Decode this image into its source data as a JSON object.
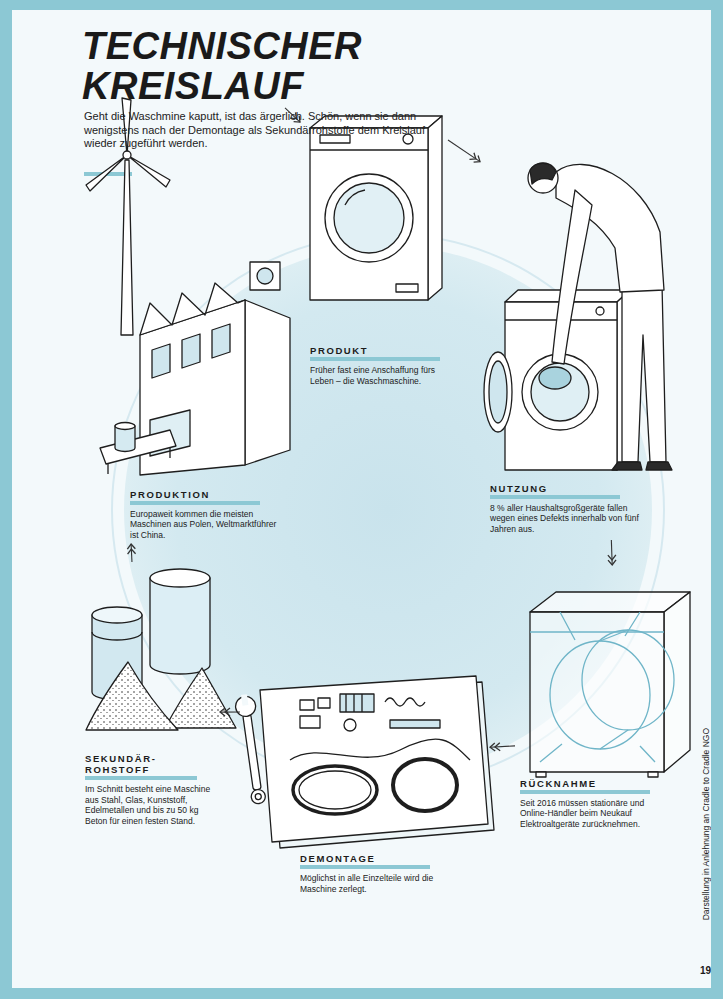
{
  "diagram": {
    "title": "TECHNISCHER KREISLAUF",
    "nodes": [
      {
        "text": [
          "PRODUKT",
          "Früher fast eine Anschaffung fürs Leben – die Waschmaschine."
        ]
      },
      {
        "text": [
          "NUTZUNG",
          "8 % aller Haushaltsgroßgeräte fallen wegen eines Defekts innerhalb von fünf Jahren aus."
        ]
      },
      {
        "text": [
          "RÜCKNAHME",
          "Seit 2016 müssen stationäre und Online-Händler beim Neukauf Elektroaltgeräte zurücknehmen."
        ]
      },
      {
        "text": [
          "DEMONTAGE",
          "Möglichst in alle Einzelteile wird die Maschine zerlegt."
        ]
      },
      {
        "text": [
          "SEKUNDÄR- ROHSTOFF",
          "Im Schnitt besteht eine Maschine aus Stahl, Glas, Kunststoff, Edelmetallen und bis zu 50 kg Beton für einen festen Stand."
        ]
      },
      {
        "text": [
          "PRODUKTION",
          "Europaweit kommen die meisten Maschinen aus Polen, Weltmarktführer ist China."
        ]
      }
    ],
    "edges": [
      {
        "from": 0,
        "to": 1,
        "arrow": "to"
      },
      {
        "from": 1,
        "to": 2,
        "arrow": "to"
      },
      {
        "from": 2,
        "to": 3,
        "arrow": "to"
      },
      {
        "from": 3,
        "to": 4,
        "arrow": "to"
      },
      {
        "from": 4,
        "to": 5,
        "arrow": "to"
      },
      {
        "from": 5,
        "to": 0,
        "arrow": "to"
      }
    ],
    "labels": [
      "Geht die Waschmine kaputt, ist das ärgerlich. Schön, wenn sie dann wenigstens nach der Demontage als Sekundärrohstoffe dem Kreislauf wieder zugeführt werden.",
      "Darstellung in Anlehnung an Cradle to Cradle NGO",
      "19"
    ]
  }
}
